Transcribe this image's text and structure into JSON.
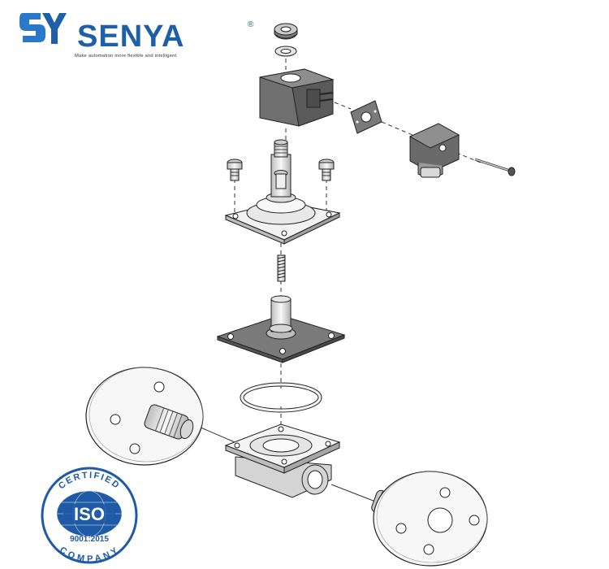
{
  "brand": {
    "name": "SENYA",
    "registered": "®",
    "tagline": "Make automation more flexible and intelligent",
    "color_primary": "#1d5fa8",
    "color_secondary": "#2a78c8"
  },
  "certification": {
    "top_text": "CERTIFIED",
    "center_text": "ISO",
    "standard": "9001:2015",
    "bottom_text": "COMPANY",
    "color": "#1f5aa6"
  },
  "diagram": {
    "parts": [
      "lock-nut",
      "washer",
      "solenoid-coil",
      "gasket-plate",
      "connector-plug",
      "long-screw",
      "stem-screw-left",
      "stem-screw-right",
      "bonnet-with-stem",
      "spring",
      "plunger-diaphragm-plate",
      "o-ring",
      "valve-body",
      "flange-left",
      "flange-right"
    ],
    "line_color": "#222222",
    "fill_dark": "#7d7d7d",
    "fill_light": "#f4f4f4"
  }
}
